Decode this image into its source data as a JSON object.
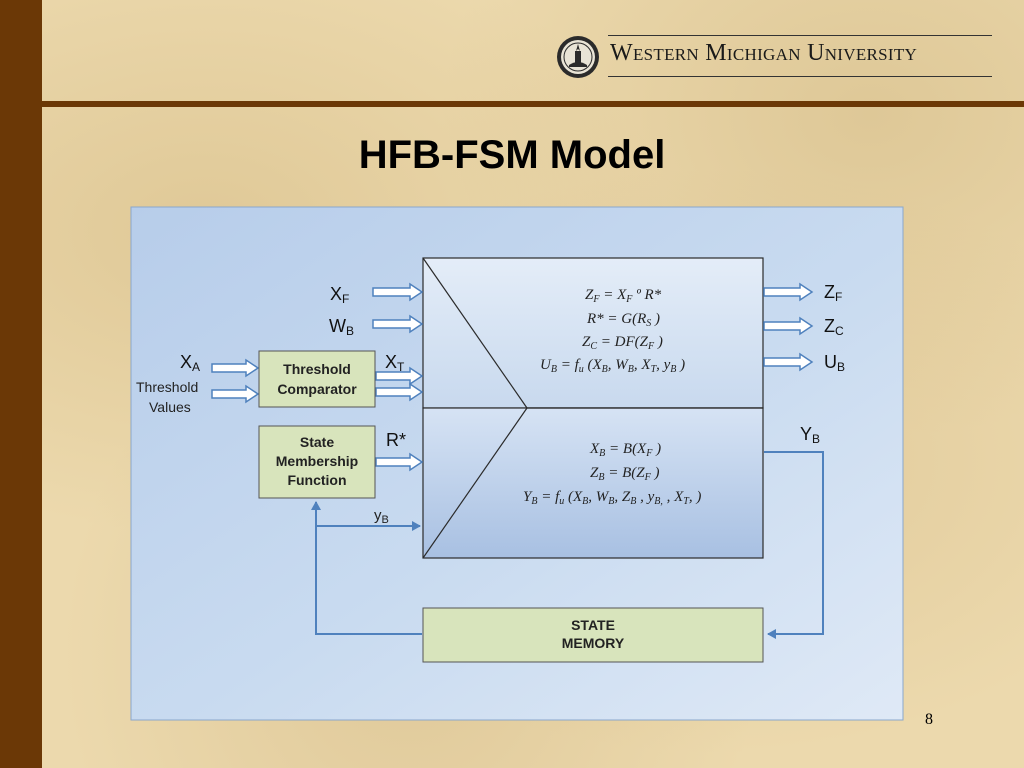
{
  "header": {
    "university": "Western Michigan University",
    "seal_icon": "wmu-seal-icon"
  },
  "slide": {
    "title": "HFB-FSM Model",
    "page_number": "8"
  },
  "diagram": {
    "inputs": {
      "xf": "X",
      "xf_sub": "F",
      "wb": "W",
      "wb_sub": "B",
      "xa": "X",
      "xa_sub": "A",
      "threshold_values_1": "Threshold",
      "threshold_values_2": "Values",
      "xt": "X",
      "xt_sub": "T",
      "rstar": "R*",
      "yb_small": "y",
      "yb_small_sub": "B"
    },
    "outputs": {
      "zf": "Z",
      "zf_sub": "F",
      "zc": "Z",
      "zc_sub": "C",
      "ub": "U",
      "ub_sub": "B",
      "yb": "Y",
      "yb_sub": "B"
    },
    "boxes": {
      "threshold_1": "Threshold",
      "threshold_2": "Comparator",
      "membership_1": "State",
      "membership_2": "Membership",
      "membership_3": "Function",
      "memory_1": "STATE",
      "memory_2": "MEMORY"
    },
    "upper_equations": {
      "eq1_lhs": "Z",
      "eq1_lhs_sub": "F",
      "eq1_mid": " = X",
      "eq1_mid_sub": "F",
      "eq1_rhs": " º R*",
      "eq2_a": "R* = G(R",
      "eq2_sub": "S",
      "eq2_b": " )",
      "eq3_a": "Z",
      "eq3_sub1": "C",
      "eq3_b": " = DF(Z",
      "eq3_sub2": "F",
      "eq3_c": " )",
      "eq4_a": "U",
      "eq4_sub1": "B",
      "eq4_b": " = f",
      "eq4_sub2": "u",
      "eq4_c": " (X",
      "eq4_sub3": "B",
      "eq4_d": ", W",
      "eq4_sub4": "B",
      "eq4_e": ", X",
      "eq4_sub5": "T",
      "eq4_f": ", y",
      "eq4_sub6": "B",
      "eq4_g": " )"
    },
    "lower_equations": {
      "eq1_a": "X",
      "eq1_sub1": "B",
      "eq1_b": " = B(X",
      "eq1_sub2": "F",
      "eq1_c": " )",
      "eq2_a": "Z",
      "eq2_sub1": "B",
      "eq2_b": " = B(Z",
      "eq2_sub2": "F",
      "eq2_c": " )",
      "eq3_a": "Y",
      "eq3_sub1": "B",
      "eq3_b": " = f",
      "eq3_sub2": "u",
      "eq3_c": " (X",
      "eq3_sub3": "B",
      "eq3_d": ", W",
      "eq3_sub4": "B",
      "eq3_e": ", Z",
      "eq3_sub5": "B",
      "eq3_f": " , y",
      "eq3_sub6": "B,",
      "eq3_g": " , X",
      "eq3_sub7": "T",
      "eq3_h": ", )"
    },
    "colors": {
      "panel_top": "#cfe0f4",
      "panel_bottom": "#9fbbe0",
      "box_fill": "#d8e4bc",
      "arrow_line": "#4f81bd",
      "frame": "#7f9fc7"
    }
  }
}
